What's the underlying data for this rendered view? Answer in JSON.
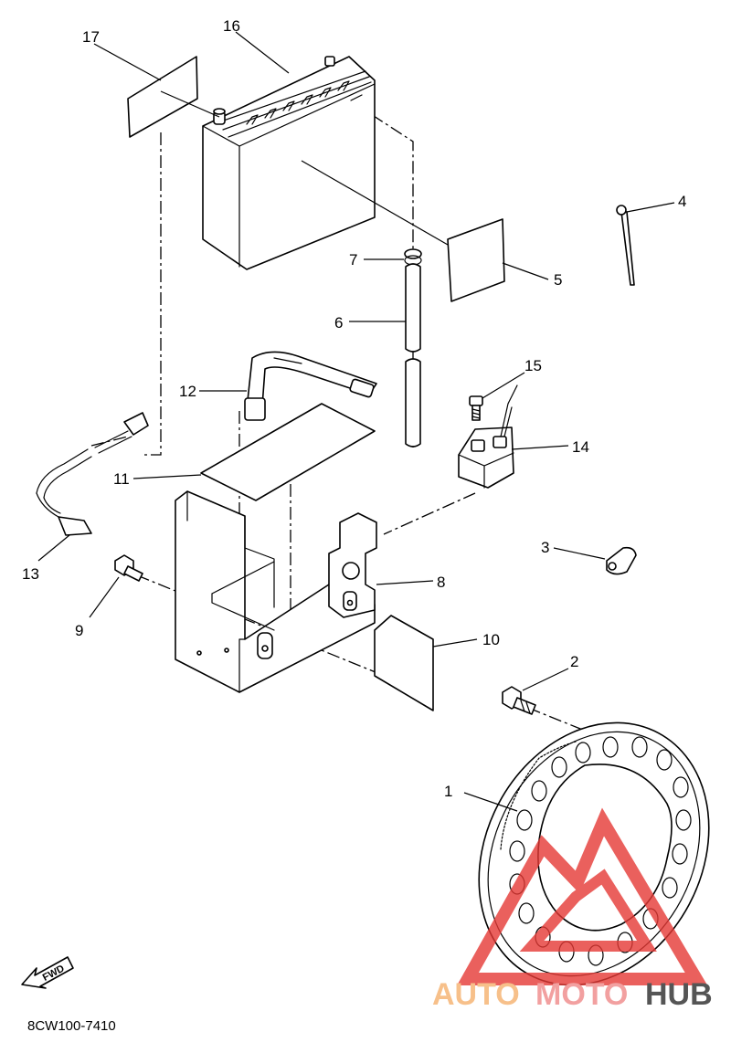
{
  "callouts": [
    "1",
    "2",
    "3",
    "4",
    "5",
    "6",
    "7",
    "8",
    "9",
    "10",
    "11",
    "12",
    "13",
    "14",
    "15",
    "16",
    "17"
  ],
  "fwd_label": "FWD",
  "diagram_code": "8CW100-7410",
  "watermark": {
    "word_a": "AUTO",
    "word_b": "MOTO",
    "word_c": "HUB",
    "color_a": "#f7c08a",
    "color_b": "#f2a0a0",
    "color_c": "#555555",
    "logo_color": "#e53935"
  }
}
